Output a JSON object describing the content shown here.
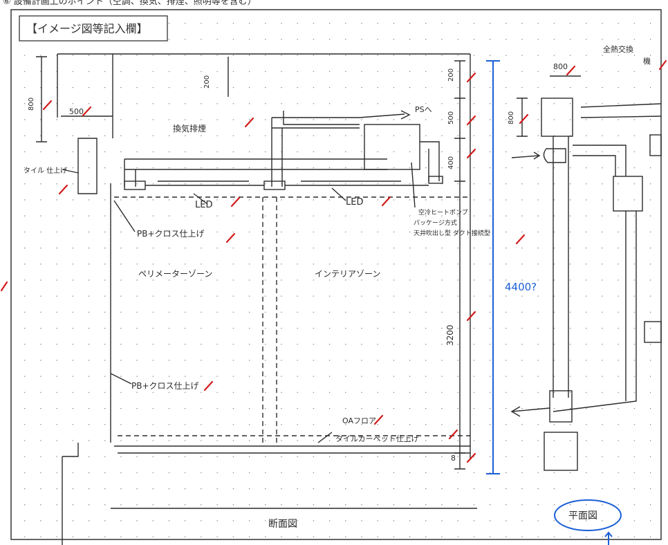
{
  "header": {
    "top_text": "⑥ 設備計画上のポイント（空調、換気、排煙、照明等を含む）",
    "box_title": "【イメージ図等記入欄】"
  },
  "section_drawing": {
    "title": "断面図",
    "dims": {
      "left_height": "800",
      "left_width": "500",
      "top_gap": "200",
      "right_200": "200",
      "right_500": "500",
      "right_400": "400",
      "right_3200": "3200",
      "right_8": "8",
      "total_handwritten": "4400?"
    },
    "labels": {
      "exhaust": "換気排煙",
      "ps": "PSへ",
      "tile": "タイル\n仕上げ",
      "led_left": "LED",
      "led_right": "LED",
      "pb_top": "PB+クロス仕上げ",
      "pb_bottom": "PB+クロス仕上げ",
      "perimeter": "ペリメーターゾーン",
      "interior": "インテリアゾーン",
      "note1": "空冷ヒートポンプ",
      "note2": "パッケージ方式",
      "note3": "天井吹出し型 ダクト接続型",
      "oa_floor": "OAフロア",
      "carpet": "タイルカーペット仕上げ"
    }
  },
  "plan_drawing": {
    "title": "平面図",
    "dims": {
      "top": "800",
      "side": "800"
    },
    "labels": {
      "heat": "全熱交換",
      "heat2": "機"
    }
  },
  "colors": {
    "pencil": "#2a2a2a",
    "review_blue": "#1a5fd6",
    "review_red": "#d21a1a",
    "grid_dot": "#6a6a6a"
  }
}
